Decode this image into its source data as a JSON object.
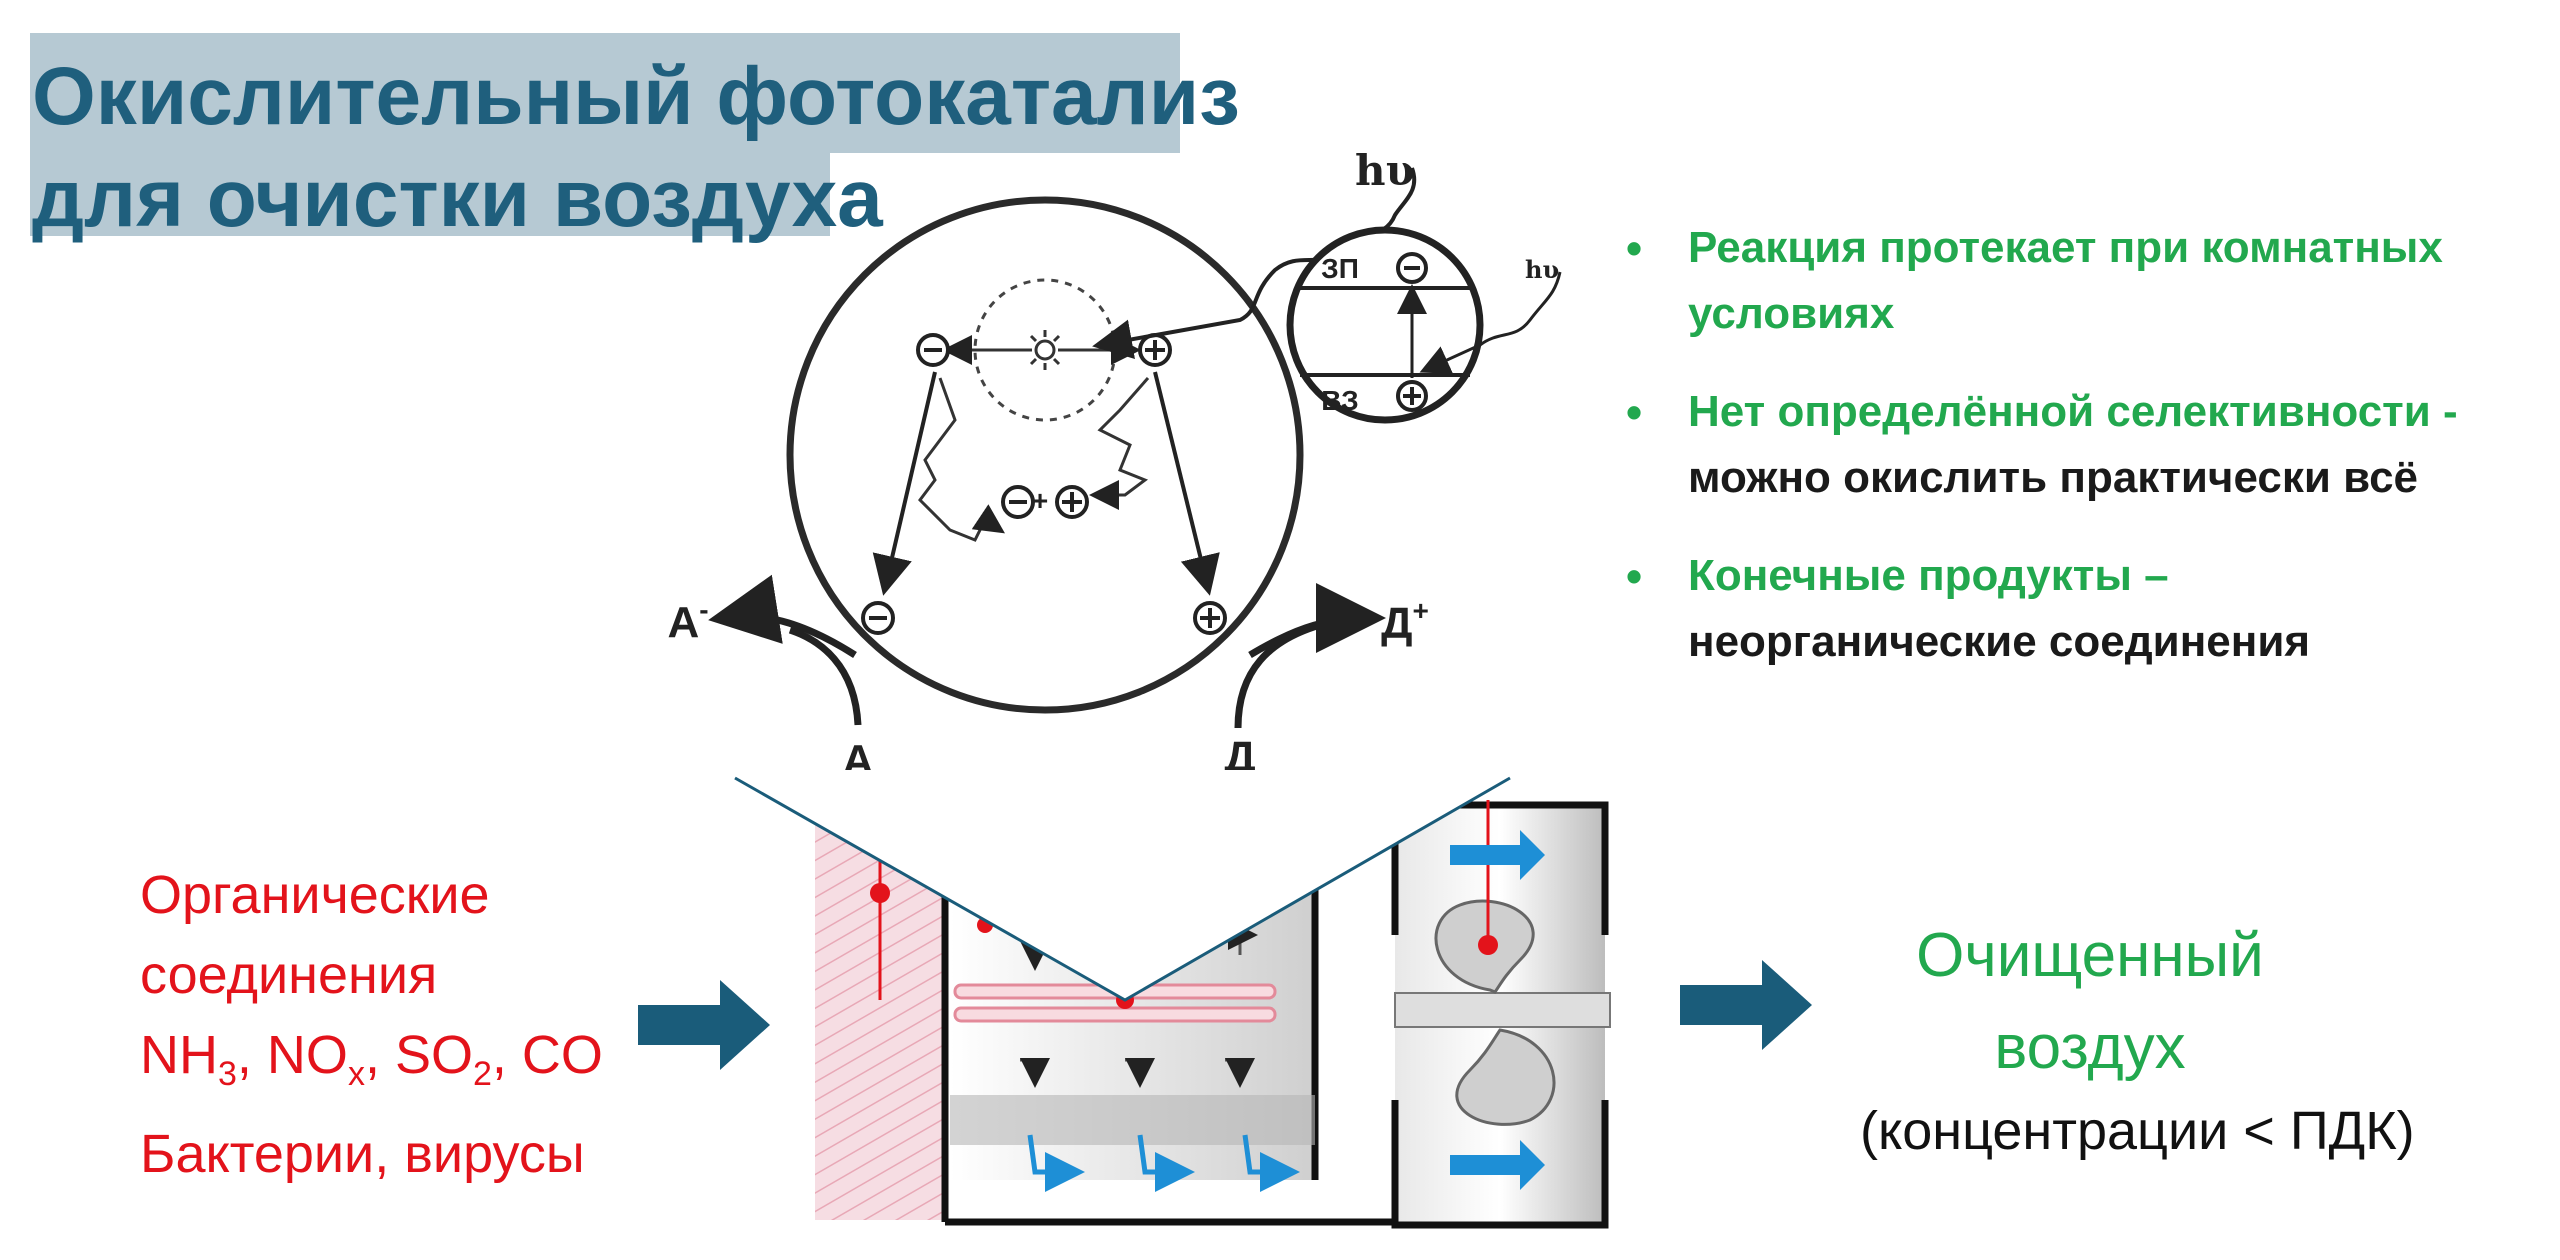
{
  "title": "Окислительный фотокатализ\nдля очистки воздуха",
  "bullets": [
    {
      "green": "Реакция протекает при комнатных условиях",
      "dark": ""
    },
    {
      "green": "Нет определённой селективности -",
      "dark": "можно окислить практически всё"
    },
    {
      "green": "Конечные продукты –",
      "dark": "неорганические соединения"
    }
  ],
  "bullet_marker": "•",
  "inlet": {
    "line1": "Органические",
    "line2": "соединения",
    "nh": "NH",
    "nh_sub": "3",
    "no": ", NO",
    "no_sub": "x",
    "so": ", SO",
    "so_sub": "2",
    "co": ", CO",
    "line4": "Бактерии, вирусы"
  },
  "outlet": {
    "title": "Очищенный\nвоздух",
    "note": "(концентрации < ПДК)"
  },
  "diagram": {
    "photon": "hυ",
    "photon_small": "hυ",
    "cb": "ЗП",
    "vb": "ВЗ",
    "acceptor": "А",
    "acceptor_ion": "А",
    "acceptor_charge": "-",
    "donor": "Д",
    "donor_ion": "Д",
    "donor_charge": "+",
    "recomb": "+",
    "minus": "−",
    "plus": "+"
  },
  "colors": {
    "title_bg": "#b6c9d3",
    "title_text": "#1f5f7d",
    "green": "#22a84e",
    "red": "#e3131b",
    "arrow_blue": "#1a5c7a",
    "flow_blue": "#1e8fd6"
  }
}
